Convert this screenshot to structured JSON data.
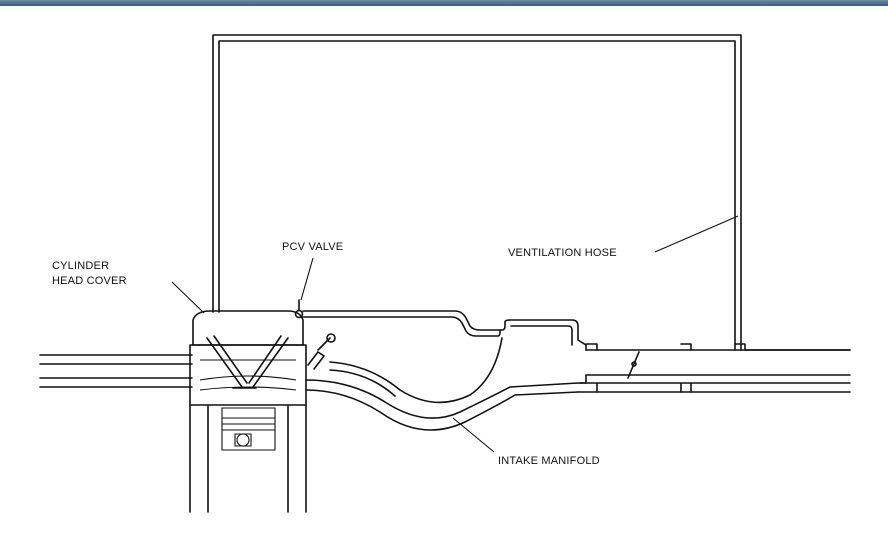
{
  "diagram": {
    "labels": {
      "cylinder_head_cover_line1": "CYLINDER",
      "cylinder_head_cover_line2": "HEAD COVER",
      "pcv_valve": "PCV VALVE",
      "ventilation_hose": "VENTILATION HOSE",
      "intake_manifold": "INTAKE MANIFOLD"
    }
  }
}
